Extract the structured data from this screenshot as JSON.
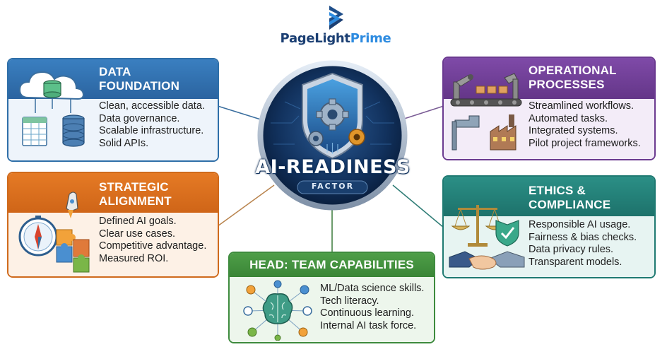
{
  "logo": {
    "part1": "PageLight",
    "part2": "Prime"
  },
  "center": {
    "title": "AI-READINESS",
    "subtitle": "FACTOR"
  },
  "cards": {
    "data_foundation": {
      "title_line1": "DATA",
      "title_line2": "FOUNDATION",
      "lines": [
        "Clean, accessible data.",
        "Data governance.",
        "Scalable infrastructure.",
        "Solid APIs."
      ]
    },
    "strategic_alignment": {
      "title_line1": "STRATEGIC",
      "title_line2": "ALIGNMENT",
      "lines": [
        "Defined AI goals.",
        "Clear use cases.",
        "Competitive advantage.",
        "Measured ROI."
      ]
    },
    "operational_processes": {
      "title_line1": "OPERATIONAL",
      "title_line2": "PROCESSES",
      "lines": [
        "Streamlined workflows.",
        "Automated tasks.",
        "Integrated systems.",
        "Pilot project frameworks."
      ]
    },
    "ethics_compliance": {
      "title_line1": "ETHICS &",
      "title_line2": "COMPLIANCE",
      "lines": [
        "Responsible AI usage.",
        "Fairness & bias checks.",
        "Data privacy rules.",
        "Transparent models."
      ]
    },
    "team_capabilities": {
      "title": "HEAD: TEAM CAPABILITIES",
      "lines": [
        "ML/Data science skills.",
        "Tech literacy.",
        "Continuous learning.",
        "Internal AI task force."
      ]
    }
  },
  "colors": {
    "data": "#2f6fa8",
    "strategic": "#cf6a1c",
    "operational": "#6b3a90",
    "ethics": "#1f7a72",
    "team": "#3e8b3e",
    "badge": "#12325e"
  },
  "icons": [
    "cloud-database-icon",
    "compass-rocket-puzzle-icon",
    "robot-arm-factory-icon",
    "scales-handshake-icon",
    "brain-network-icon",
    "shield-gears-icon"
  ]
}
